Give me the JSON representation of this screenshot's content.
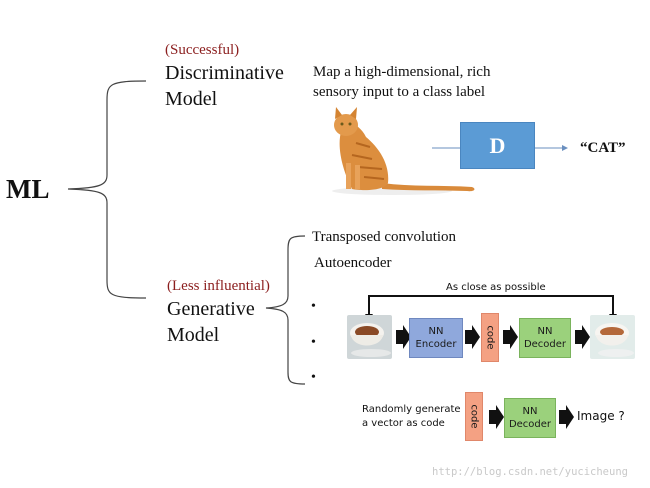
{
  "root": {
    "label": "ML"
  },
  "discriminative": {
    "tag": "(Successful)",
    "title_line1": "Discriminative",
    "title_line2": "Model",
    "description_line1": "Map a high-dimensional,  rich",
    "description_line2": "sensory input to a class  label",
    "input_image": "cat-photo",
    "box_label": "D",
    "output_label": "“CAT”"
  },
  "generative": {
    "tag": "(Less influential)",
    "title_line1": "Generative",
    "title_line2": "Model",
    "items": [
      {
        "label": "Transposed convolution"
      },
      {
        "label": "Autoencoder"
      },
      {
        "label": "•"
      },
      {
        "label": "•"
      },
      {
        "label": "•"
      }
    ],
    "autoencoder": {
      "feedback_label": "As close as possible",
      "input_image": "coffee-cup-photo",
      "encoder_line1": "NN",
      "encoder_line2": "Encoder",
      "code_label": "code",
      "decoder_line1": "NN",
      "decoder_line2": "Decoder",
      "output_image": "reconstructed-coffee-cup-photo"
    },
    "generation": {
      "text_line1": "Randomly generate",
      "text_line2": "a vector as code",
      "code_label": "code",
      "decoder_line1": "NN",
      "decoder_line2": "Decoder",
      "output_label": "Image ?"
    }
  },
  "colors": {
    "tag_red": "#8b1e1e",
    "d_box_blue": "#5b9bd5",
    "encoder_blue": "#8fa8dc",
    "decoder_green": "#9bd17c",
    "code_orange": "#f4a183"
  },
  "watermark": "http://blog.csdn.net/yucicheung"
}
